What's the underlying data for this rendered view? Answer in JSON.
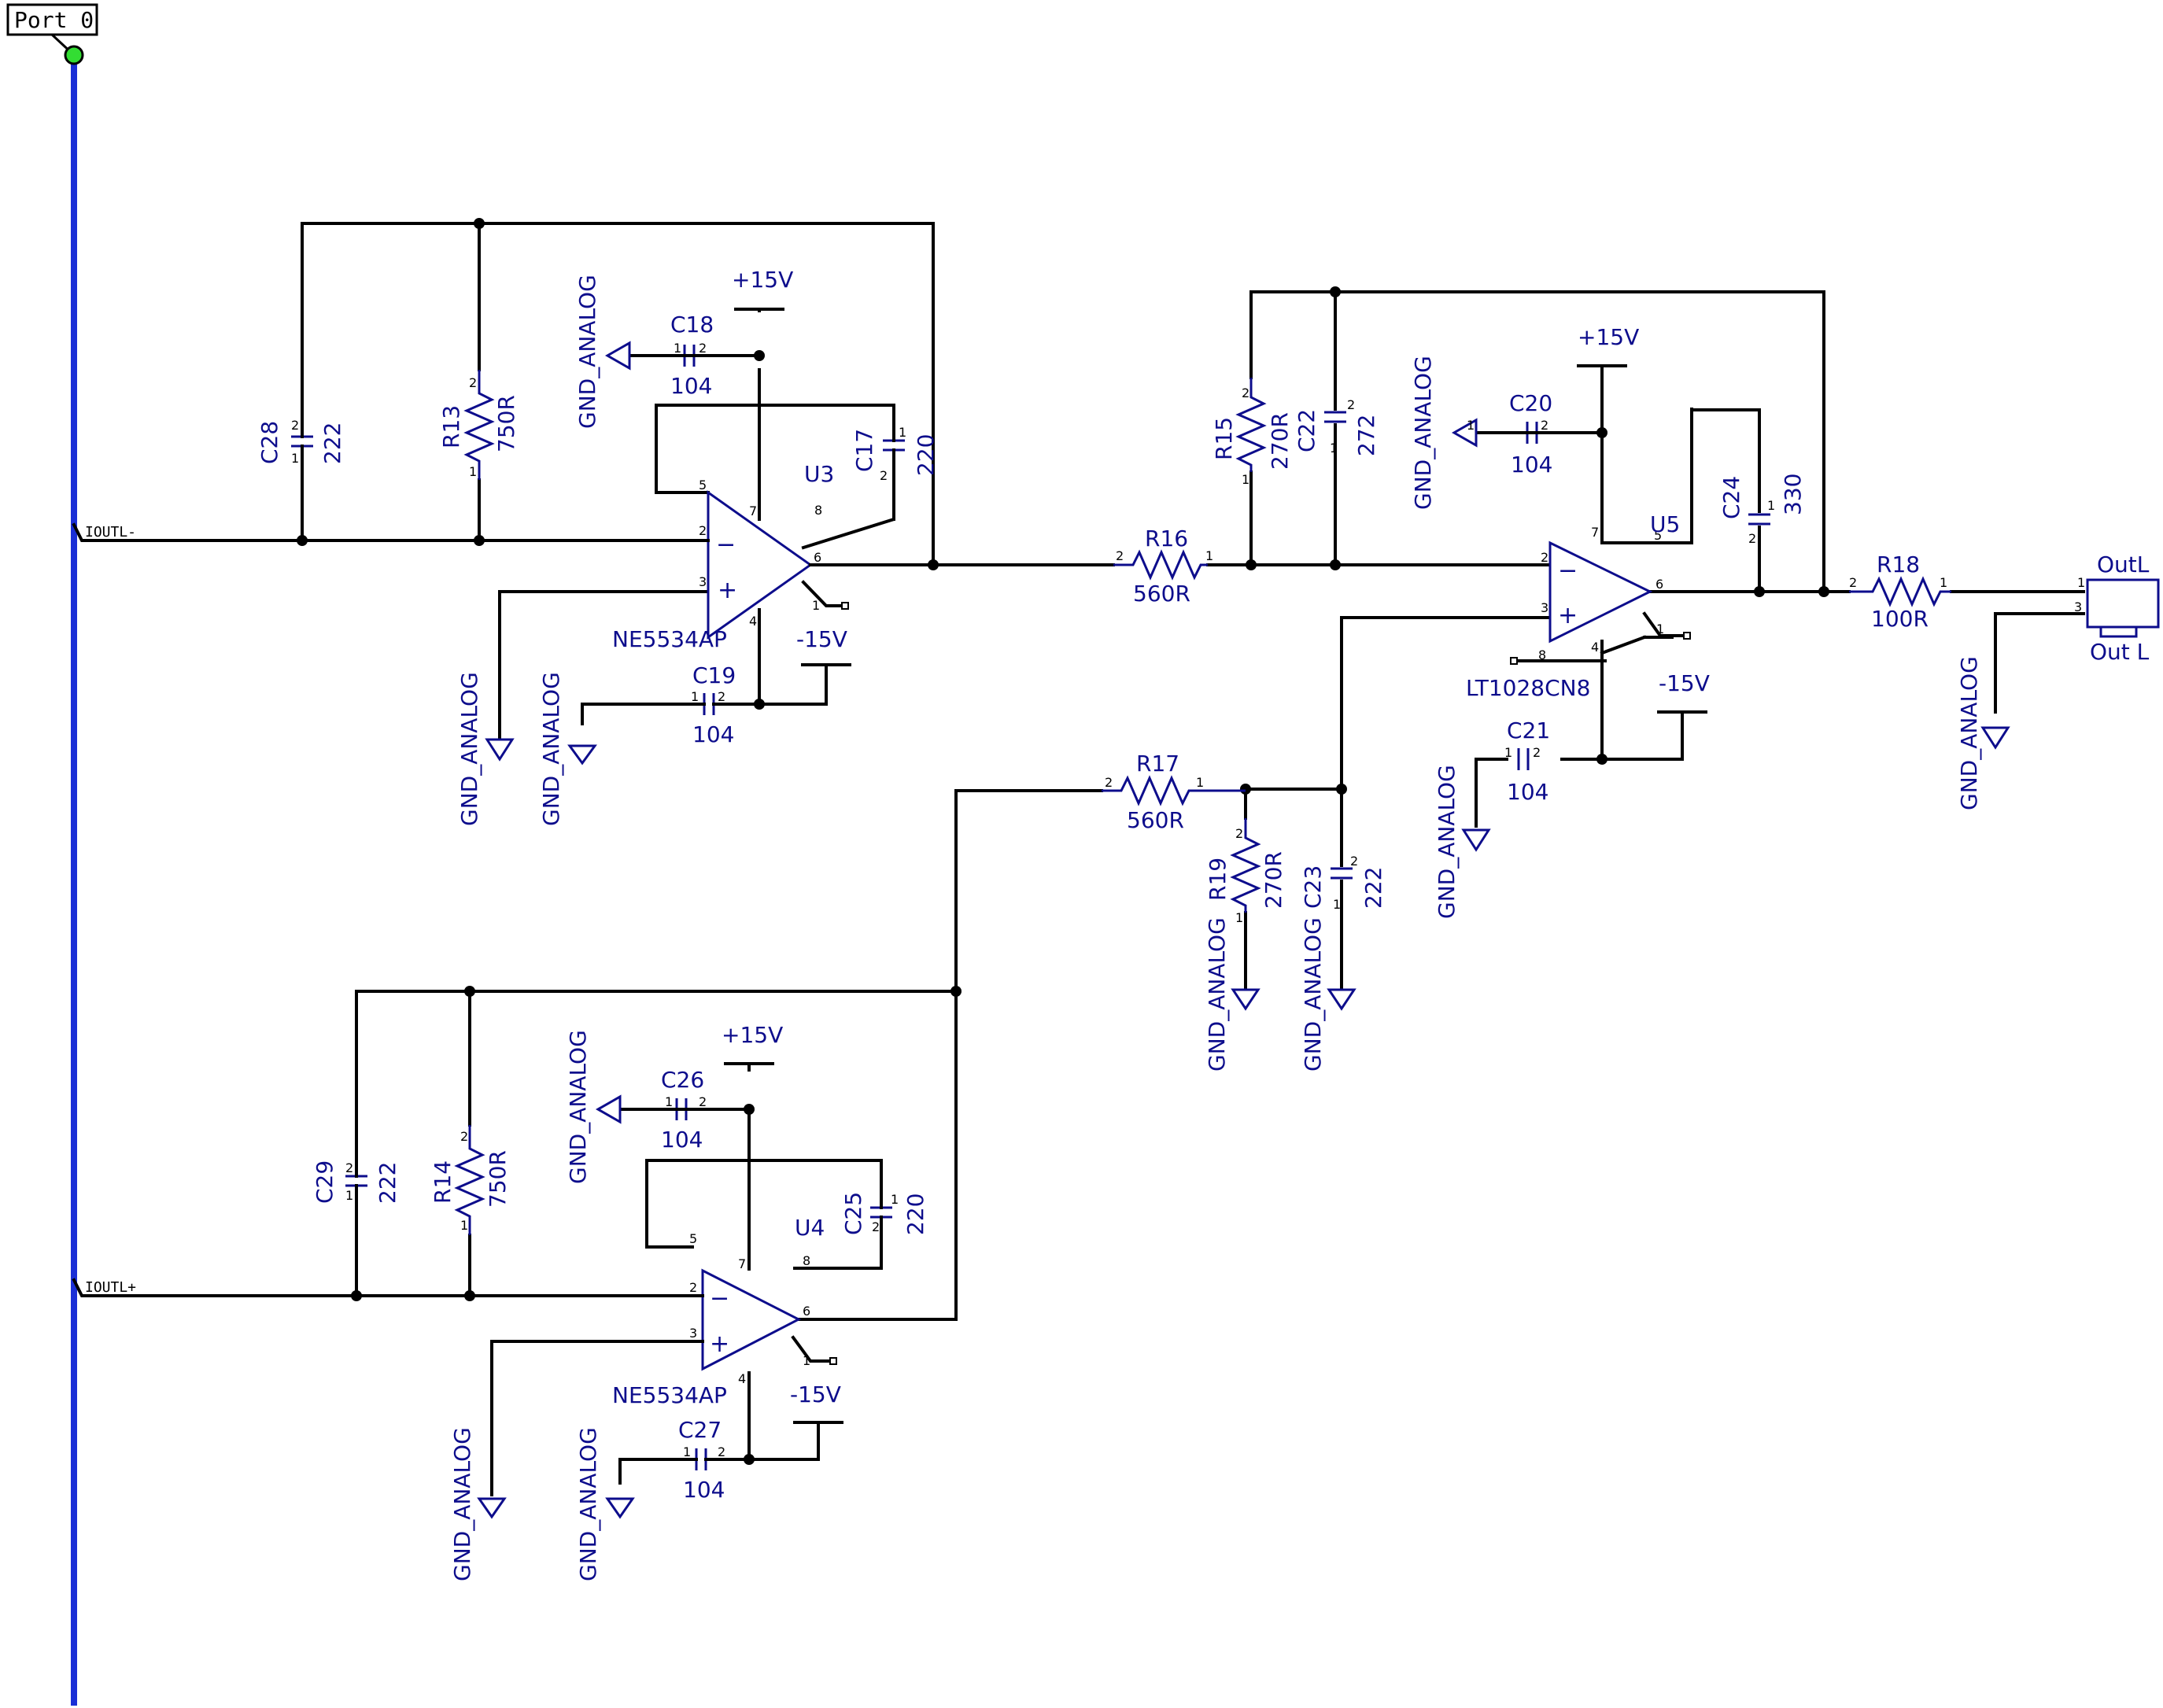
{
  "port": {
    "label": "Port 0"
  },
  "nets": {
    "in_minus": "IOUTL-",
    "in_plus": "IOUTL+"
  },
  "power": {
    "pos": "+15V",
    "neg": "-15V",
    "gnd": "GND_ANALOG"
  },
  "opamp_signs": {
    "minus": "−",
    "plus": "+"
  },
  "components": {
    "U3": {
      "ref": "U3",
      "value": "NE5534AP"
    },
    "U4": {
      "ref": "U4",
      "value": "NE5534AP"
    },
    "U5": {
      "ref": "U5",
      "value": "LT1028CN8"
    },
    "R13": {
      "ref": "R13",
      "value": "750R"
    },
    "R14": {
      "ref": "R14",
      "value": "750R"
    },
    "R15": {
      "ref": "R15",
      "value": "270R"
    },
    "R16": {
      "ref": "R16",
      "value": "560R"
    },
    "R17": {
      "ref": "R17",
      "value": "560R"
    },
    "R18": {
      "ref": "R18",
      "value": "100R"
    },
    "R19": {
      "ref": "R19",
      "value": "270R"
    },
    "C17": {
      "ref": "C17",
      "value": "220"
    },
    "C18": {
      "ref": "C18",
      "value": "104"
    },
    "C19": {
      "ref": "C19",
      "value": "104"
    },
    "C20": {
      "ref": "C20",
      "value": "104"
    },
    "C21": {
      "ref": "C21",
      "value": "104"
    },
    "C22": {
      "ref": "C22",
      "value": "272"
    },
    "C23": {
      "ref": "C23",
      "value": "222"
    },
    "C24": {
      "ref": "C24",
      "value": "330"
    },
    "C25": {
      "ref": "C25",
      "value": "220"
    },
    "C26": {
      "ref": "C26",
      "value": "104"
    },
    "C27": {
      "ref": "C27",
      "value": "104"
    },
    "C28": {
      "ref": "C28",
      "value": "222"
    },
    "C29": {
      "ref": "C29",
      "value": "222"
    },
    "J_out": {
      "ref": "OutL",
      "value": "Out L"
    }
  },
  "pins": {
    "p1": "1",
    "p2": "2",
    "p3": "3",
    "p4": "4",
    "p5": "5",
    "p6": "6",
    "p7": "7",
    "p8": "8"
  }
}
